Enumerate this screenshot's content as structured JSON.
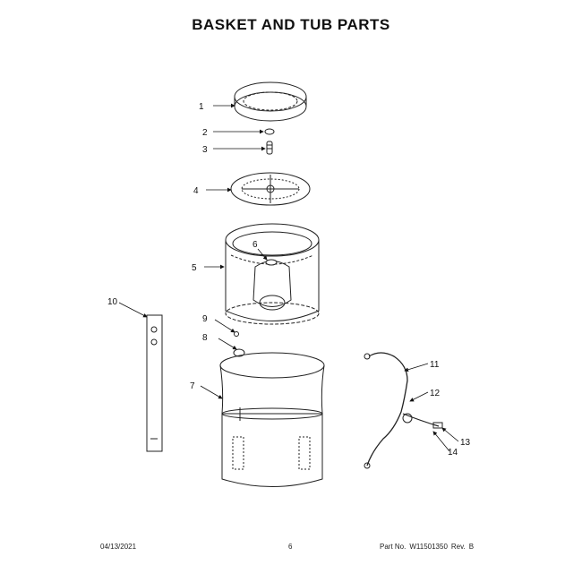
{
  "title": "BASKET AND TUB PARTS",
  "callouts": [
    "1",
    "2",
    "3",
    "4",
    "5",
    "6",
    "7",
    "8",
    "9",
    "10",
    "11",
    "12",
    "13",
    "14"
  ],
  "footer": {
    "date": "04/13/2021",
    "page": "6",
    "part_label": "Part No.",
    "part_number": "W11501350",
    "rev_label": "Rev.",
    "rev": "B"
  }
}
